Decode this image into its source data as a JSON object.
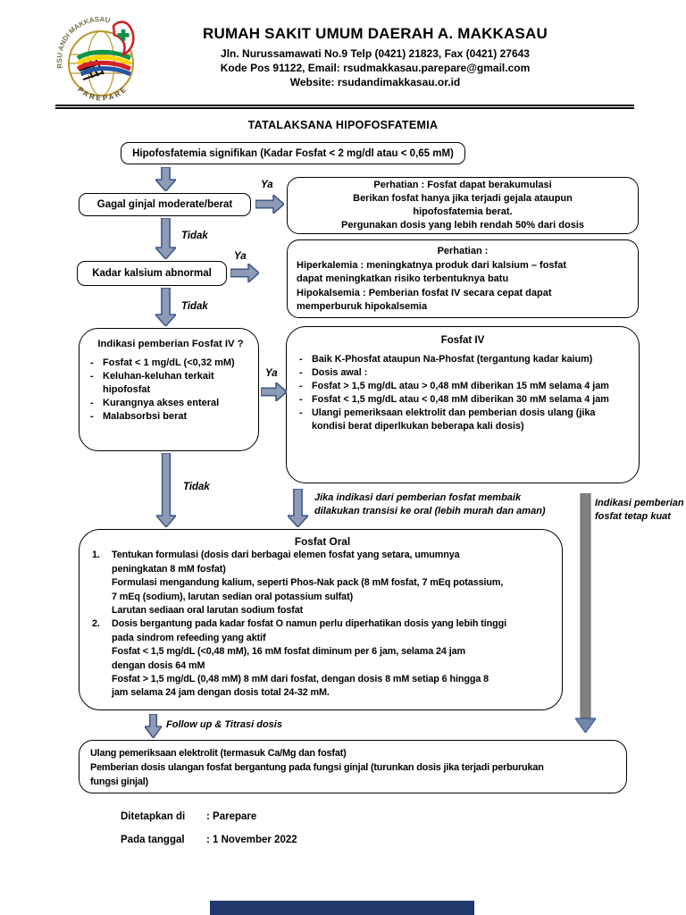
{
  "header": {
    "hospital_name": "RUMAH SAKIT UMUM DAERAH A. MAKKASAU",
    "address_line": "Jln. Nurussamawati No.9  Telp (0421) 21823, Fax (0421) 27643",
    "postal_email_line": "Kode Pos 91122, Email: rsudmakkasau.parepare@gmail.com",
    "website_line": "Website: rsudandimakkasau.or.id",
    "logo": {
      "top_text": "RSU ANDI MAKKASAU",
      "bottom_text": "PAREPARE"
    }
  },
  "title": "TATALAKSANA HIPOFOSFATEMIA",
  "flow": {
    "bullet": "-",
    "label_ya": "Ya",
    "label_tidak": "Tidak",
    "box_significant": "Hipofosfatemia signifikan (Kadar Fosfat < 2 mg/dl atau < 0,65 mM)",
    "box_renal": "Gagal ginjal moderate/berat",
    "warn_renal": [
      "Perhatian : Fosfat dapat berakumulasi",
      "Berikan fosfat hanya jika terjadi gejala ataupun",
      "hipofosfatemia berat.",
      "Pergunakan dosis yang lebih rendah 50% dari dosis"
    ],
    "box_calcium": "Kadar kalsium abnormal",
    "warn_calcium_title": "Perhatian :",
    "warn_calcium": [
      "Hiperkalemia : meningkatnya produk dari kalsium – fosfat",
      "dapat meningkatkan risiko terbentuknya batu",
      "Hipokalsemia : Pemberian fosfat IV secara cepat dapat",
      "memperburuk hipokalsemia"
    ],
    "iv_indication": {
      "title": "Indikasi pemberian Fosfat IV ?",
      "items": [
        "Fosfat < 1 mg/dL (<0,32 mM)",
        "Keluhan-keluhan terkait hipofosfat",
        "Kurangnya akses enteral",
        "Malabsorbsi berat"
      ]
    },
    "iv": {
      "title": "Fosfat IV",
      "items": [
        "Baik K-Phosfat ataupun Na-Phosfat (tergantung kadar kaium)",
        "Dosis awal :",
        "Fosfat > 1,5 mg/dL atau > 0,48 mM diberikan 15 mM selama 4 jam",
        "Fosfat < 1,5 mg/dL atau < 0,48 mM diberikan 30 mM selama 4 jam",
        "Ulangi pemeriksaan elektrolit dan pemberian dosis ulang (jika kondisi berat diperlkukan beberapa kali dosis)"
      ]
    },
    "note_transition": [
      "Jika indikasi dari pemberian fosfat membaik",
      "dilakukan transisi ke oral (lebih murah dan aman)"
    ],
    "note_strong": [
      "Indikasi pemberian",
      "fosfat tetap kuat"
    ],
    "oral": {
      "title": "Fosfat Oral",
      "item1_num": "1.",
      "item1_lines": [
        "Tentukan formulasi (dosis dari berbagai elemen fosfat yang setara, umumnya",
        "peningkatan 8 mM fosfat)",
        "Formulasi mengandung kalium, seperti Phos-Nak pack (8 mM fosfat, 7 mEq potassium,",
        "7 mEq (sodium), larutan sedian oral potassium sulfat)",
        "Larutan sediaan oral larutan sodium fosfat"
      ],
      "item2_num": "2.",
      "item2_lines": [
        "Dosis bergantung pada kadar fosfat O namun perlu diperhatikan dosis yang lebih tinggi",
        "pada sindrom refeeding yang aktif",
        "Fosfat < 1,5 mg/dL (<0,48 mM), 16 mM fosfat diminum per 6 jam, selama 24 jam",
        "dengan dosis 64 mM",
        "Fosfat > 1,5 mg/dL (0,48 mM) 8 mM dari fosfat, dengan dosis 8 mM setiap 6 hingga 8",
        "jam selama 24 jam dengan dosis total 24-32 mM."
      ]
    },
    "note_followup": "Follow up & Titrasi dosis",
    "final_lines": [
      "Ulang pemeriksaan elektrolit (termasuk Ca/Mg dan fosfat)",
      "Pemberian dosis ulangan fosfat bergantung pada fungsi ginjal (turunkan dosis jika terjadi perburukan",
      "fungsi ginjal)"
    ]
  },
  "footer": {
    "place_label": "Ditetapkan di",
    "place_value": ": Parepare",
    "date_label": "Pada tanggal",
    "date_value": ": 1 November 2022"
  },
  "colors": {
    "arrow_fill": "#8d9cb4",
    "arrow_border": "#41598a",
    "long_arrow_shaft": "#7f7f7f",
    "long_arrow_shaft_border": "#6b6b6b",
    "long_arrow_head": "#6f87ad",
    "bottom_bar": "#20386b",
    "logo_gold": "#b8962e"
  }
}
